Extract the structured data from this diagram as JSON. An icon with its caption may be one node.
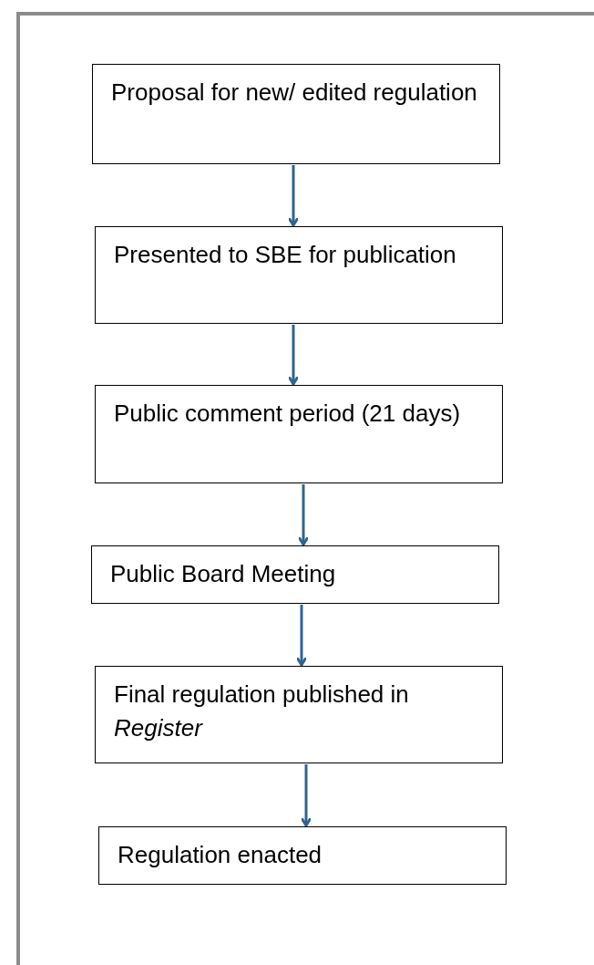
{
  "diagram": {
    "nodes": [
      {
        "text": [
          "Proposal for new/ edited regulation"
        ]
      },
      {
        "text": [
          "Presented to SBE for publication"
        ]
      },
      {
        "text": [
          "Public comment period (21 days)"
        ]
      },
      {
        "text": [
          "Public Board Meeting"
        ]
      },
      {
        "text": [
          "Final regulation published in *Register*"
        ]
      },
      {
        "text": [
          "Regulation enacted"
        ]
      }
    ],
    "edges": [
      {
        "from": 0,
        "to": 1,
        "arrow": "to"
      },
      {
        "from": 1,
        "to": 2,
        "arrow": "to"
      },
      {
        "from": 2,
        "to": 3,
        "arrow": "to"
      },
      {
        "from": 3,
        "to": 4,
        "arrow": "to"
      },
      {
        "from": 4,
        "to": 5,
        "arrow": "to"
      }
    ]
  }
}
